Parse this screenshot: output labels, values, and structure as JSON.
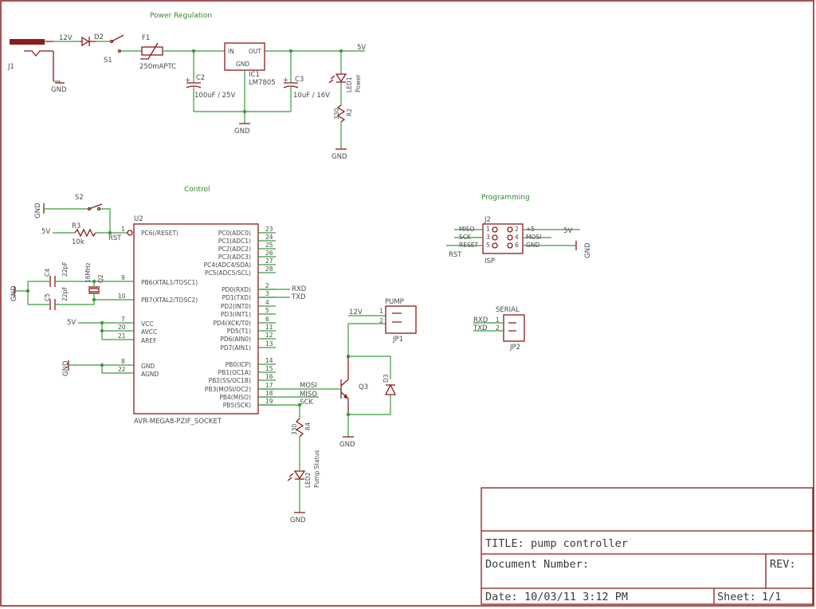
{
  "sections": {
    "power": "Power Regulation",
    "control": "Control",
    "programming": "Programming"
  },
  "power": {
    "j1": "J1",
    "v12": "12V",
    "d2": "D2",
    "s1": "S1",
    "f1": "F1",
    "f1_val": "250mAPTC",
    "ic1_in": "IN",
    "ic1_out": "OUT",
    "ic1_gnd": "GND",
    "ic1": "IC1",
    "ic1_val": "LM7805",
    "c2": "C2",
    "c2_val": "100uF / 25V",
    "c3": "C3",
    "c3_val": "10uF / 16V",
    "v5": "5V",
    "led1": "LED1",
    "led1_val": "Power",
    "r2": "R2",
    "r2_val": "330",
    "gnd": "GND"
  },
  "control": {
    "s2": "S2",
    "r3": "R3",
    "r3_val": "10k",
    "v5": "5V",
    "rst": "RST",
    "u2": "U2",
    "gnd": "GND",
    "c4": "C4",
    "c4_val": "22pF",
    "c5": "C5",
    "c5_val": "22pF",
    "q2": "Q2",
    "q2_val": "16MHz",
    "chip_name": "AVR-MEGA8-PZIF_SOCKET",
    "left_pins": [
      {
        "num": "1",
        "name": "PC6(/RESET)"
      },
      {
        "num": "9",
        "name": "PB6(XTAL1/TOSC1)"
      },
      {
        "num": "10",
        "name": "PB7(XTAL2/TOSC2)"
      },
      {
        "num": "7",
        "name": "VCC"
      },
      {
        "num": "20",
        "name": "AVCC"
      },
      {
        "num": "21",
        "name": "AREF"
      },
      {
        "num": "8",
        "name": "GND"
      },
      {
        "num": "22",
        "name": "AGND"
      }
    ],
    "right_pins": [
      {
        "num": "23",
        "name": "PC0(ADC0)"
      },
      {
        "num": "24",
        "name": "PC1(ADC1)"
      },
      {
        "num": "25",
        "name": "PC2(ADC2)"
      },
      {
        "num": "26",
        "name": "PC3(ADC3)"
      },
      {
        "num": "27",
        "name": "PC4(ADC4/SDA)"
      },
      {
        "num": "28",
        "name": "PC5(ADC5/SCL)"
      },
      {
        "num": "2",
        "name": "PD0(RXD)"
      },
      {
        "num": "3",
        "name": "PD1(TXD)"
      },
      {
        "num": "4",
        "name": "PD2(INT0)"
      },
      {
        "num": "5",
        "name": "PD3(INT1)"
      },
      {
        "num": "6",
        "name": "PD4(XCK/T0)"
      },
      {
        "num": "11",
        "name": "PD5(T1)"
      },
      {
        "num": "12",
        "name": "PD6(AIN0)"
      },
      {
        "num": "13",
        "name": "PD7(AIN1)"
      },
      {
        "num": "14",
        "name": "PB0(ICP)"
      },
      {
        "num": "15",
        "name": "PB1(OC1A)"
      },
      {
        "num": "16",
        "name": "PB2(SS/OC1B)"
      },
      {
        "num": "17",
        "name": "PB3(MOSI/OC2)"
      },
      {
        "num": "18",
        "name": "PB4(MISO)"
      },
      {
        "num": "19",
        "name": "PB5(SCK)"
      }
    ],
    "rxd": "RXD",
    "txd": "TXD",
    "mosi": "MOSI",
    "miso": "MISO",
    "sck": "SCK",
    "pump": "PUMP",
    "jp1": "JP1",
    "v12": "12V",
    "q3": "Q3",
    "d3": "D3",
    "r4": "R4",
    "r4_val": "330",
    "led2": "LED2",
    "led2_val": "Pump Status",
    "pin1": "1",
    "pin2": "2"
  },
  "programming": {
    "j2": "J2",
    "isp": "ISP",
    "rst": "RST",
    "v5": "5V",
    "gnd": "GND",
    "left": [
      {
        "label": "MISO",
        "num": "1"
      },
      {
        "label": "SCK",
        "num": "3"
      },
      {
        "label": "RESET",
        "num": "5"
      }
    ],
    "right": [
      {
        "num": "2",
        "label": "+5"
      },
      {
        "num": "4",
        "label": "MOSI"
      },
      {
        "num": "6",
        "label": "GND"
      }
    ]
  },
  "serial": {
    "title": "SERIAL",
    "jp2": "JP2",
    "rxd": "RXD",
    "txd": "TXD",
    "pin1": "1",
    "pin2": "2"
  },
  "title_block": {
    "title_label": "TITLE:",
    "title": "pump controller",
    "docnum_label": "Document Number:",
    "rev_label": "REV:",
    "date_label": "Date:",
    "date": "10/03/11 3:12 PM",
    "sheet_label": "Sheet:",
    "sheet": "1/1"
  }
}
